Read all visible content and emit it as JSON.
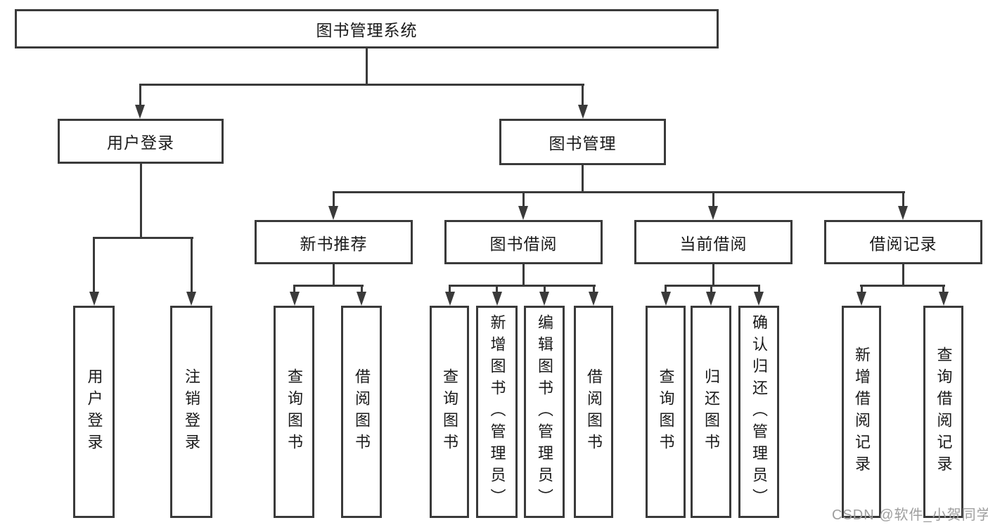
{
  "nodes": {
    "root": "图书管理系统",
    "user_login": "用户登录",
    "book_management": "图书管理",
    "modules": [
      "新书推荐",
      "图书借阅",
      "当前借阅",
      "借阅记录"
    ],
    "leaves": {
      "user_login": [
        "用户登录",
        "注销登录"
      ],
      "new_book": [
        "查询图书",
        "借阅图书"
      ],
      "book_borrow": [
        "查询图书",
        "新增图书（管理员）",
        "编辑图书（管理员）",
        "借阅图书"
      ],
      "current_borrow": [
        "查询图书",
        "归还图书",
        "确认归还（管理员）"
      ],
      "borrow_record": [
        "新增借阅记录",
        "查询借阅记录"
      ]
    }
  },
  "watermark": {
    "text": "CSDN @软件_小贺同学"
  },
  "colors": {
    "line": "#3a3a3a",
    "text": "#1a1a1a",
    "watermark": "#9e9e9e",
    "bg": "#ffffff"
  }
}
